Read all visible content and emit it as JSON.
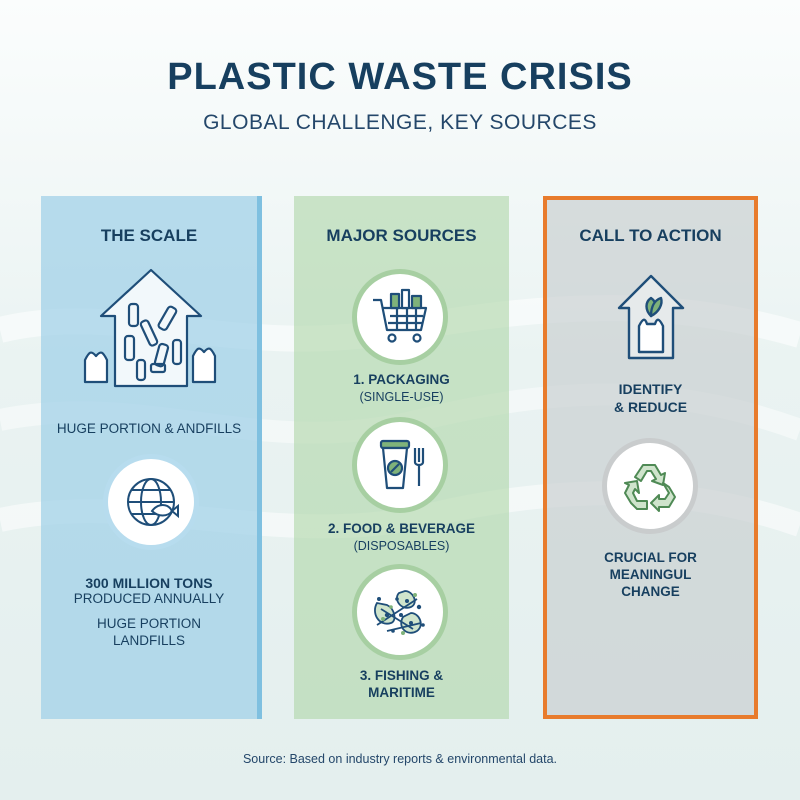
{
  "header": {
    "title": "PLASTIC WASTE CRISIS",
    "subtitle": "GLOBAL CHALLENGE, KEY SOURCES"
  },
  "scale": {
    "title": "THE SCALE",
    "caption1": "HUGE PORTION & ANDFILLS",
    "stat_bold": "300 MILLION TONS",
    "stat_text": "PRODUCED ANNUALLY",
    "caption2_line1": "HUGE PORTION",
    "caption2_line2": "LANDFILLS"
  },
  "sources": {
    "title": "MAJOR SOURCES",
    "items": [
      {
        "line1": "1. PACKAGING",
        "line2": "(SINGLE-USE)"
      },
      {
        "line1": "2. FOOD & BEVERAGE",
        "line2": "(DISPOSABLES)"
      },
      {
        "line1": "3. FISHING &",
        "line2": "MARITIME"
      }
    ]
  },
  "action": {
    "title": "CALL TO ACTION",
    "item1_line1": "IDENTIFY",
    "item1_line2": "& REDUCE",
    "item2_line1": "CRUCIAL FOR",
    "item2_line2": "MEANINGUL",
    "item2_line3": "CHANGE"
  },
  "footer": {
    "source": "Source: Based on industry reports & environmental data."
  },
  "icons": {
    "house_bottles": "house-with-plastic-bottles-icon",
    "globe_fish": "globe-with-fish-icon",
    "cart": "shopping-cart-icon",
    "cup": "coffee-cup-fork-icon",
    "microplastics": "microplastics-icon",
    "house_bag": "house-with-bag-icon",
    "recycle": "recycle-icon"
  },
  "colors": {
    "title": "#173f5f",
    "scale_panel": "#a0d0e8",
    "sources_panel": "#b0d6aa",
    "action_panel": "#c8ced0",
    "action_border": "#e87b2c"
  }
}
